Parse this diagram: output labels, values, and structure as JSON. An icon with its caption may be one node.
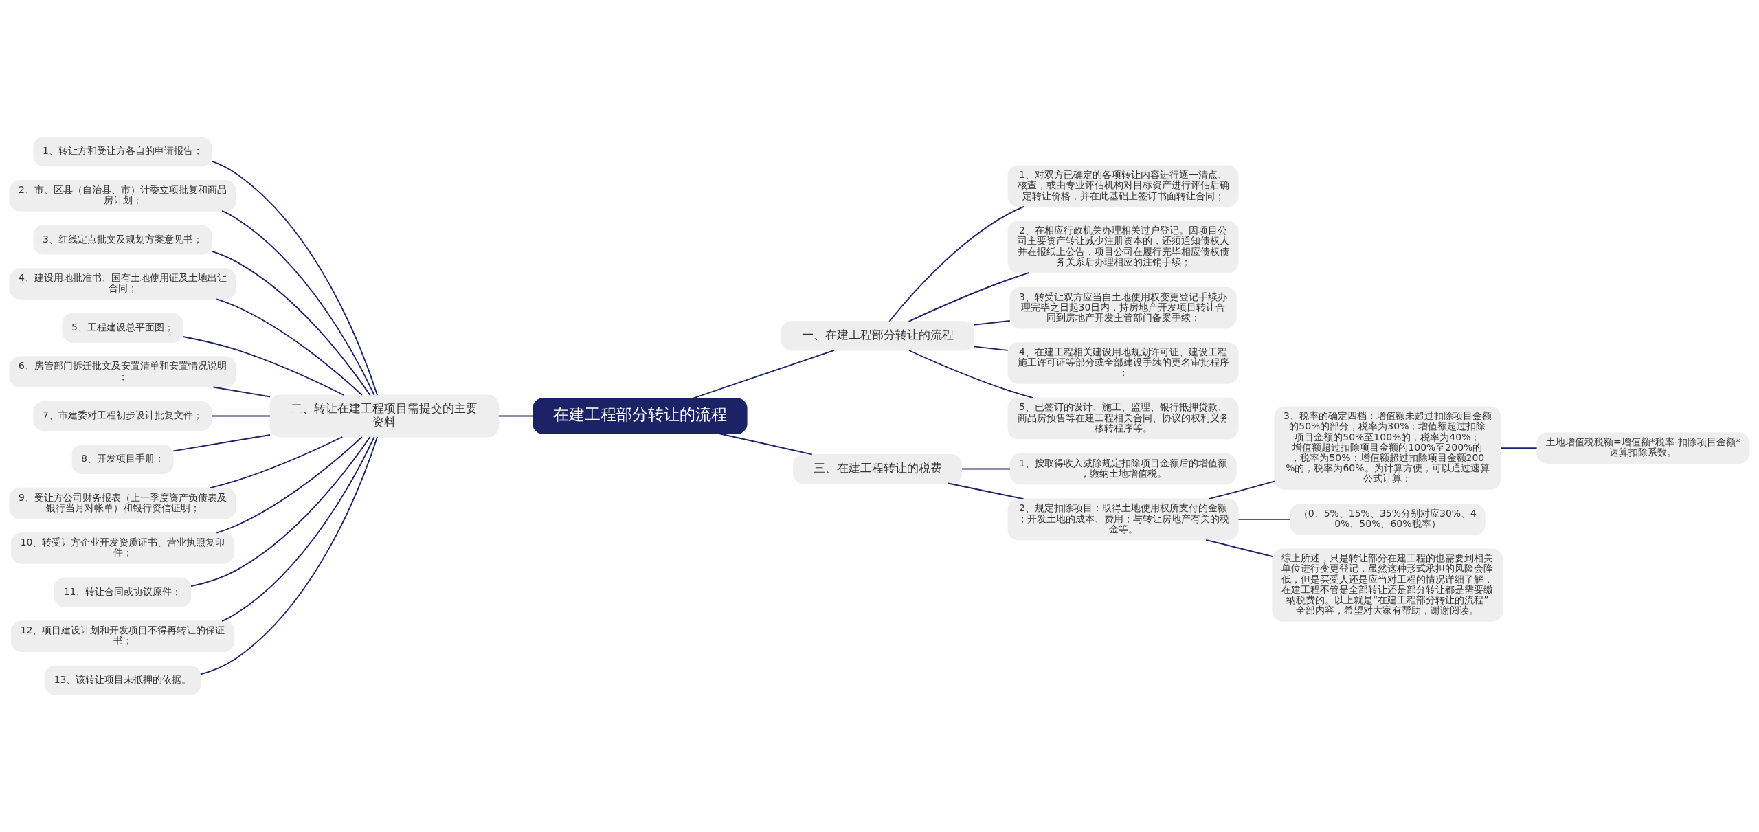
{
  "diagram": {
    "nodes": [
      {
        "text": [
          "在建工程部分转让的流程"
        ]
      },
      {
        "text": [
          "一、在建工程部分转让的流程"
        ]
      },
      {
        "text": [
          "1、对双方已确定的各项转让内容进行逐一清点、核查，或由专业评估机构对目标资产进行评估后确定转让价格，并在此基础上签订书面转让合同；"
        ]
      },
      {
        "text": [
          "2、在相应行政机关办理相关过户登记。因项目公司主要资产转让减少注册资本的，还须通知债权人并在报纸上公告，项目公司在履行完毕相应债权债务关系后办理相应的注销手续；"
        ]
      },
      {
        "text": [
          "3、转受让双方应当自土地使用权变更登记手续办理完毕之日起30日内，持房地产开发项目转让合同到房地产开发主管部门备案手续；"
        ]
      },
      {
        "text": [
          "4、在建工程相关建设用地规划许可证、建设工程施工许可证等部分或全部建设手续的更名审批程序；"
        ]
      },
      {
        "text": [
          "5、已签订的设计、施工、监理、银行抵押贷款、商品房预售等在建工程相关合同、协议的权利义务移转程序等。"
        ]
      },
      {
        "text": [
          "三、在建工程转让的税费"
        ]
      },
      {
        "text": [
          "1、按取得收入减除规定扣除项目金额后的增值额，缴纳土地增值税。"
        ]
      },
      {
        "text": [
          "2、规定扣除项目：取得土地使用权所支付的金额；开发土地的成本、费用；与转让房地产有关的税金等。"
        ]
      },
      {
        "text": [
          "3、税率的确定四档：增值额未超过扣除项目金额的50%的部分，税率为30%；增值额超过扣除项目金额的50%至100%的，税率为40%；增值额超过扣除项目金额的100%至200%的，税率为50%；增值额超过扣除项目金额200%的，税率为60%。为计算方便，可以通过速算公式计算："
        ]
      },
      {
        "text": [
          "土地增值税税额=增值额*税率-扣除项目金额*速算扣除系数。"
        ]
      },
      {
        "text": [
          "（0、5%、15%、35%分别对应30%、40%、50%、60%税率）"
        ]
      },
      {
        "text": [
          "综上所述，只是转让部分在建工程的也需要到相关单位进行变更登记，虽然这种形式承担的风险会降低，但是买受人还是应当对工程的情况详细了解，在建工程不管是全部转让还是部分转让都是需要缴纳税费的。以上就是“在建工程部分转让的流程”全部内容，希望对大家有帮助，谢谢阅读。"
        ]
      },
      {
        "text": [
          "二、转让在建工程项目需提交的主要资料"
        ]
      },
      {
        "text": [
          "1、转让方和受让方各自的申请报告；"
        ]
      },
      {
        "text": [
          "2、市、区县（自治县、市）计委立项批复和商品房计划；"
        ]
      },
      {
        "text": [
          "3、红线定点批文及规划方案意见书；"
        ]
      },
      {
        "text": [
          "4、建设用地批准书、国有土地使用证及土地出让合同；"
        ]
      },
      {
        "text": [
          "5、工程建设总平面图；"
        ]
      },
      {
        "text": [
          "6、房管部门拆迁批文及安置清单和安置情况说明；"
        ]
      },
      {
        "text": [
          "7、市建委对工程初步设计批复文件；"
        ]
      },
      {
        "text": [
          "8、开发项目手册；"
        ]
      },
      {
        "text": [
          "9、受让方公司财务报表（上一季度资产负债表及银行当月对帐单）和银行资信证明；"
        ]
      },
      {
        "text": [
          "10、转受让方企业开发资质证书、营业执照复印件；"
        ]
      },
      {
        "text": [
          "11、转让合同或协议原件；"
        ]
      },
      {
        "text": [
          "12、项目建设计划和开发项目不得再转让的保证书；"
        ]
      },
      {
        "text": [
          "13、该转让项目未抵押的依据。"
        ]
      }
    ],
    "edges": [
      {
        "from": 0,
        "to": 1,
        "arrow": "none"
      },
      {
        "from": 1,
        "to": 2,
        "arrow": "none"
      },
      {
        "from": 1,
        "to": 3,
        "arrow": "none"
      },
      {
        "from": 1,
        "to": 4,
        "arrow": "none"
      },
      {
        "from": 1,
        "to": 5,
        "arrow": "none"
      },
      {
        "from": 1,
        "to": 6,
        "arrow": "none"
      },
      {
        "from": 0,
        "to": 7,
        "arrow": "none"
      },
      {
        "from": 7,
        "to": 8,
        "arrow": "none"
      },
      {
        "from": 7,
        "to": 9,
        "arrow": "none"
      },
      {
        "from": 9,
        "to": 10,
        "arrow": "none"
      },
      {
        "from": 10,
        "to": 11,
        "arrow": "none"
      },
      {
        "from": 9,
        "to": 12,
        "arrow": "none"
      },
      {
        "from": 9,
        "to": 13,
        "arrow": "none"
      },
      {
        "from": 0,
        "to": 14,
        "arrow": "none"
      },
      {
        "from": 14,
        "to": 15,
        "arrow": "none"
      },
      {
        "from": 14,
        "to": 16,
        "arrow": "none"
      },
      {
        "from": 14,
        "to": 17,
        "arrow": "none"
      },
      {
        "from": 14,
        "to": 18,
        "arrow": "none"
      },
      {
        "from": 14,
        "to": 19,
        "arrow": "none"
      },
      {
        "from": 14,
        "to": 20,
        "arrow": "none"
      },
      {
        "from": 14,
        "to": 21,
        "arrow": "none"
      },
      {
        "from": 14,
        "to": 22,
        "arrow": "none"
      },
      {
        "from": 14,
        "to": 23,
        "arrow": "none"
      },
      {
        "from": 14,
        "to": 24,
        "arrow": "none"
      },
      {
        "from": 14,
        "to": 25,
        "arrow": "none"
      },
      {
        "from": 14,
        "to": 26,
        "arrow": "none"
      },
      {
        "from": 14,
        "to": 27,
        "arrow": "none"
      }
    ]
  }
}
